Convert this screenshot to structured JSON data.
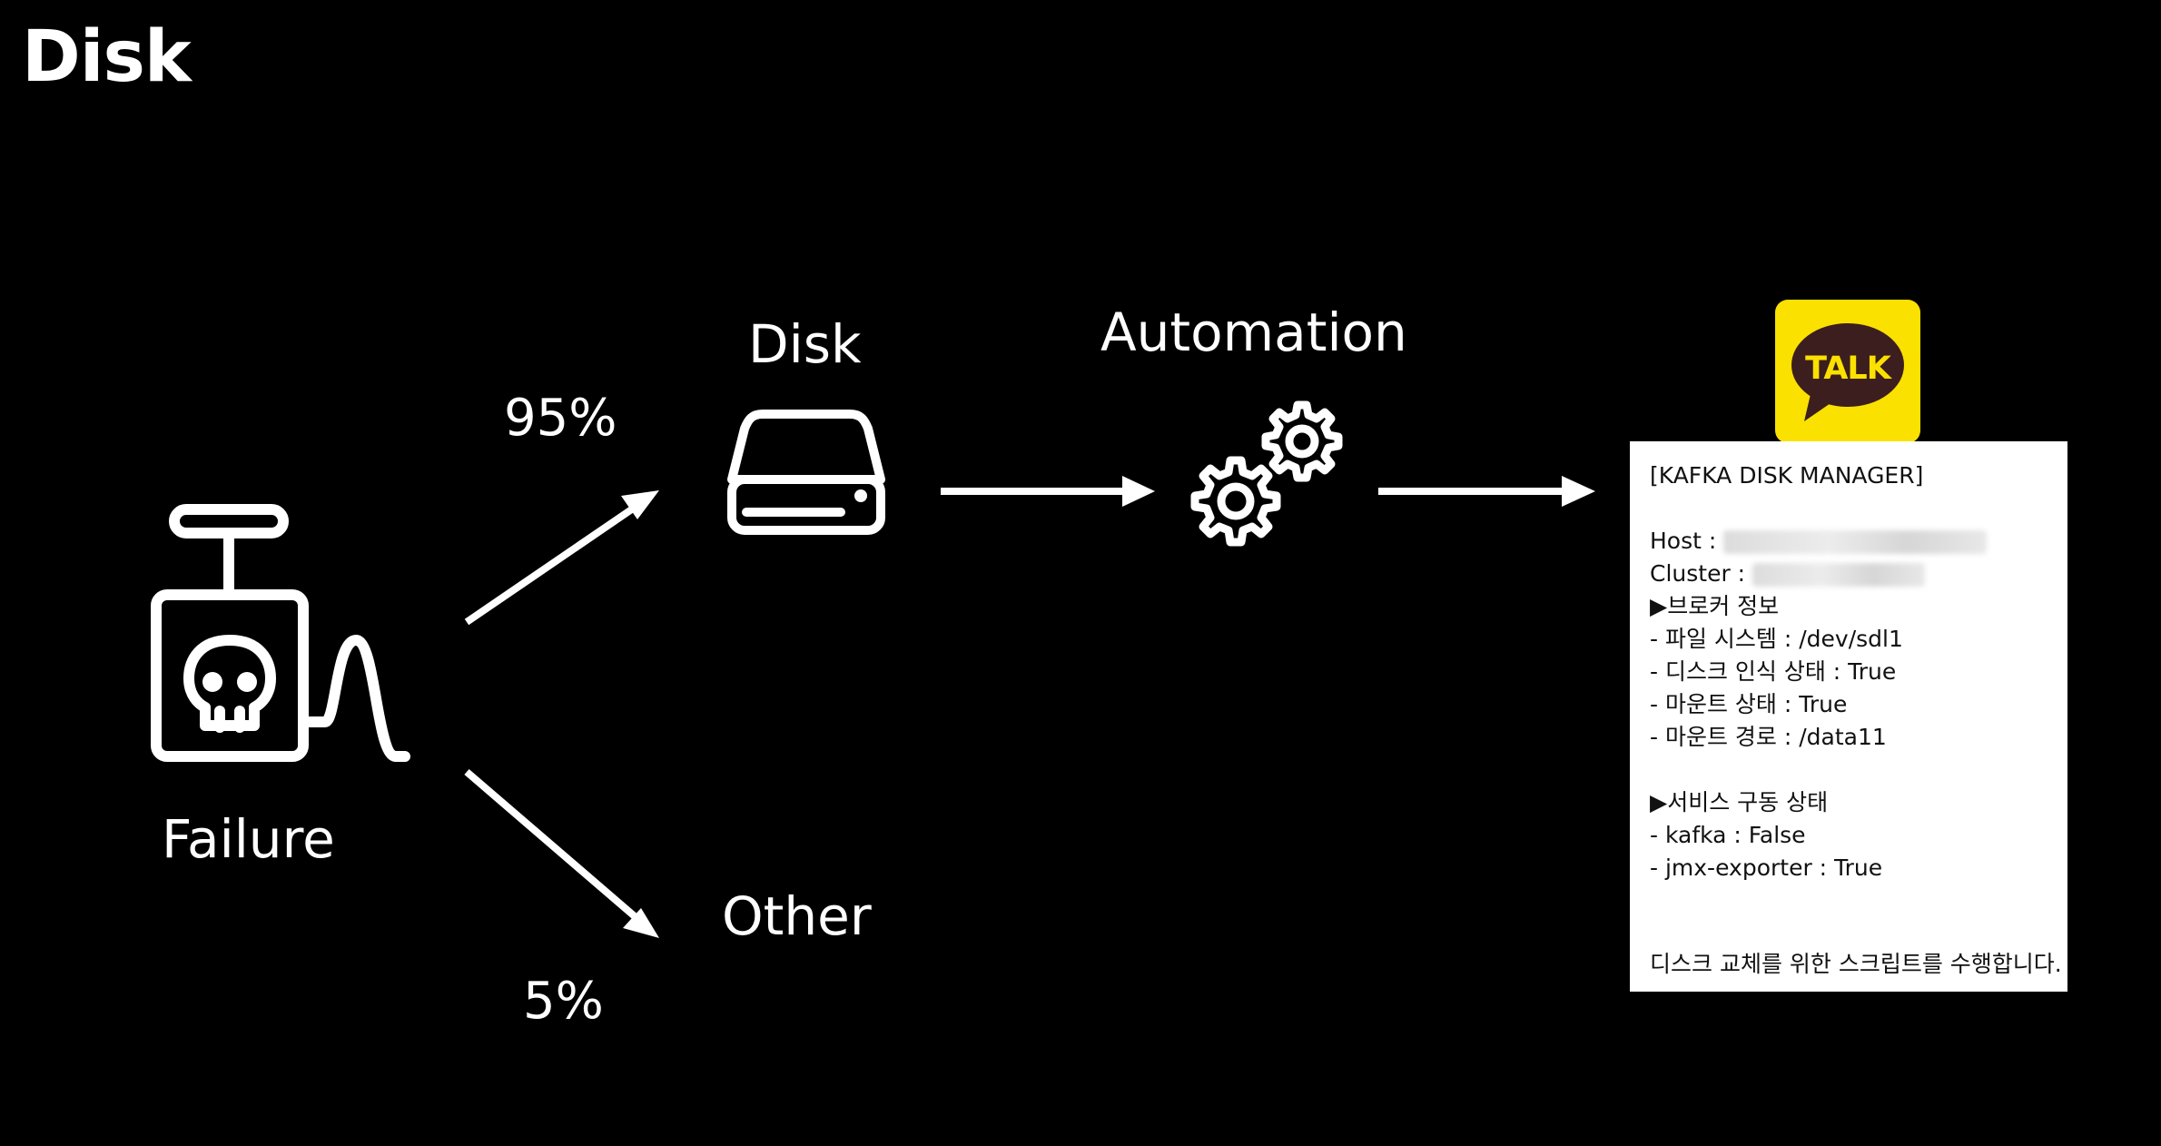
{
  "slide": {
    "title": "Disk"
  },
  "flow": {
    "failure_label": "Failure",
    "disk_label": "Disk",
    "other_label": "Other",
    "automation_label": "Automation",
    "disk_share": "95%",
    "other_share": "5%"
  },
  "kakao": {
    "badge_text": "TALK",
    "badge_color": "#fae100",
    "badge_text_color": "#3c1e1e"
  },
  "message": {
    "header": "[KAFKA DISK MANAGER]",
    "host_label": "Host :",
    "cluster_label": "Cluster :",
    "broker_section": "▶브로커 정보",
    "broker_lines": [
      "- 파일 시스템 : /dev/sdl1",
      "- 디스크 인식 상태 : True",
      "- 마운트 상태 : True",
      "- 마운트 경로 : /data11"
    ],
    "service_section": "▶서비스 구동 상태",
    "service_lines": [
      "- kafka : False",
      "- jmx-exporter : True"
    ],
    "footer": "디스크 교체를 위한 스크립트를 수행합니다."
  }
}
